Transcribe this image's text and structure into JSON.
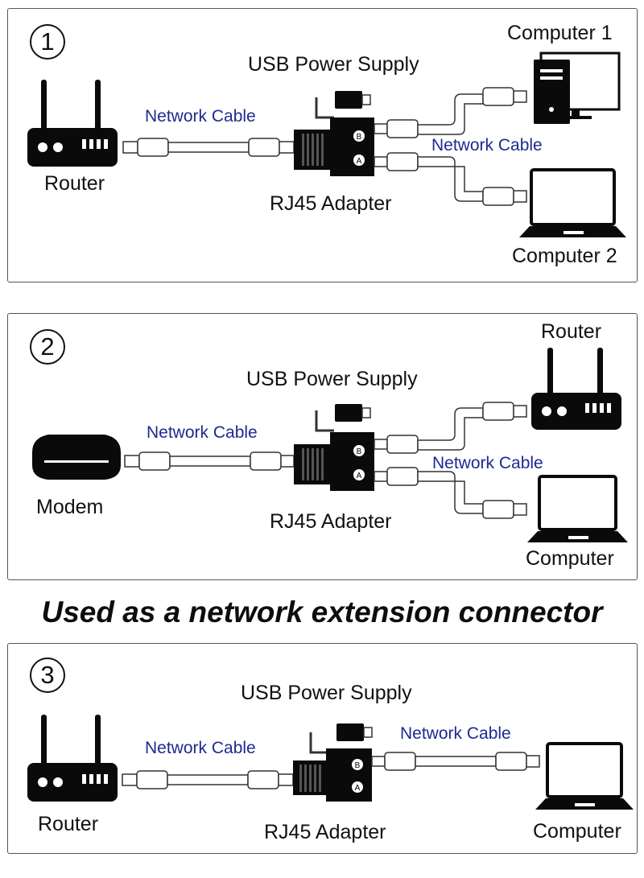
{
  "panels": [
    {
      "number": "1",
      "usb_label": "USB Power Supply",
      "adapter_label": "RJ45 Adapter",
      "left_cable_label": "Network Cable",
      "right_cable_label": "Network Cable",
      "source_label": "Router",
      "target_top_label": "Computer 1",
      "target_bottom_label": "Computer 2",
      "icons": [
        "router-icon",
        "desktop-computer-icon",
        "laptop-icon"
      ]
    },
    {
      "number": "2",
      "usb_label": "USB Power Supply",
      "adapter_label": "RJ45 Adapter",
      "left_cable_label": "Network Cable",
      "right_cable_label": "Network Cable",
      "source_label": "Modem",
      "target_top_label": "Router",
      "target_bottom_label": "Computer",
      "icons": [
        "modem-icon",
        "router-icon",
        "laptop-icon"
      ]
    },
    {
      "number": "3",
      "usb_label": "USB Power Supply",
      "adapter_label": "RJ45 Adapter",
      "left_cable_label": "Network Cable",
      "right_cable_label": "Network Cable",
      "source_label": "Router",
      "target_label": "Computer",
      "icons": [
        "router-icon",
        "laptop-icon"
      ]
    }
  ],
  "heading": "Used as a network extension connector",
  "colors": {
    "cable_text": "#1c2b8f",
    "device": "#0a0a0a",
    "cable": "#ffffff",
    "outline": "#333333"
  }
}
